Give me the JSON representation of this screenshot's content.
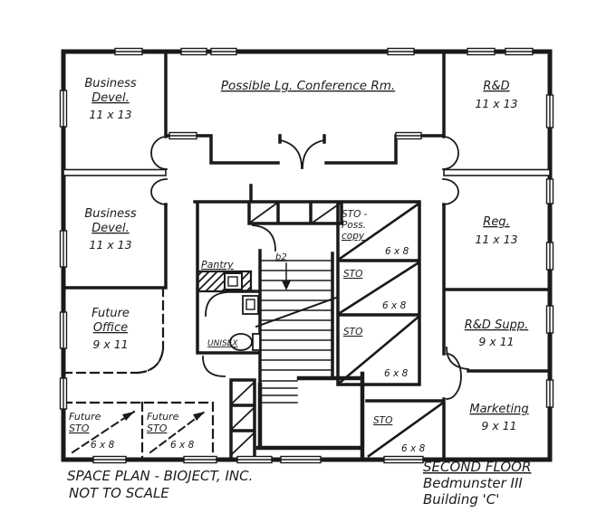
{
  "drawing": {
    "paper_color": "#ffffff",
    "ink_color": "#1a1a1a"
  },
  "title_block": {
    "left": {
      "line1": "SPACE PLAN - BIOJECT, INC.",
      "line2": "NOT TO SCALE"
    },
    "right": {
      "line1": "SECOND FLOOR",
      "line2": "Bedmunster III",
      "line3": "Building 'C'"
    }
  },
  "rooms": {
    "business_devel_1": {
      "line1": "Business",
      "line2": "Devel.",
      "size": "11 x 13"
    },
    "conference": {
      "label": "Possible Lg. Conference Rm."
    },
    "r_and_d": {
      "label": "R&D",
      "size": "11 x 13"
    },
    "business_devel_2": {
      "line1": "Business",
      "line2": "Devel.",
      "size": "11 x 13"
    },
    "reg": {
      "label": "Reg.",
      "size": "11 x 13"
    },
    "future_office": {
      "line1": "Future",
      "line2": "Office",
      "size": "9 x 11"
    },
    "r_and_d_supp": {
      "label": "R&D Supp.",
      "size": "9 x 11"
    },
    "marketing": {
      "label": "Marketing",
      "size": "9 x 11"
    },
    "sto_poss_copy": {
      "line1": "STO -",
      "line2": "Poss.",
      "line3": "copy",
      "size": "6 x 8"
    },
    "sto_mid": {
      "label": "STO",
      "size": "6 x 8"
    },
    "sto_low": {
      "label": "STO",
      "size": "6 x 8"
    },
    "sto_bottom": {
      "label": "STO",
      "size": "6 x 8"
    },
    "future_sto_1": {
      "line1": "Future",
      "line2": "STO",
      "size": "6 x 8"
    },
    "future_sto_2": {
      "line1": "Future",
      "line2": "STO",
      "size": "6 x 8"
    },
    "pantry": {
      "label": "Pantry"
    },
    "unisex": {
      "label": "UNISEX"
    },
    "stair": {
      "label": "b2"
    }
  }
}
